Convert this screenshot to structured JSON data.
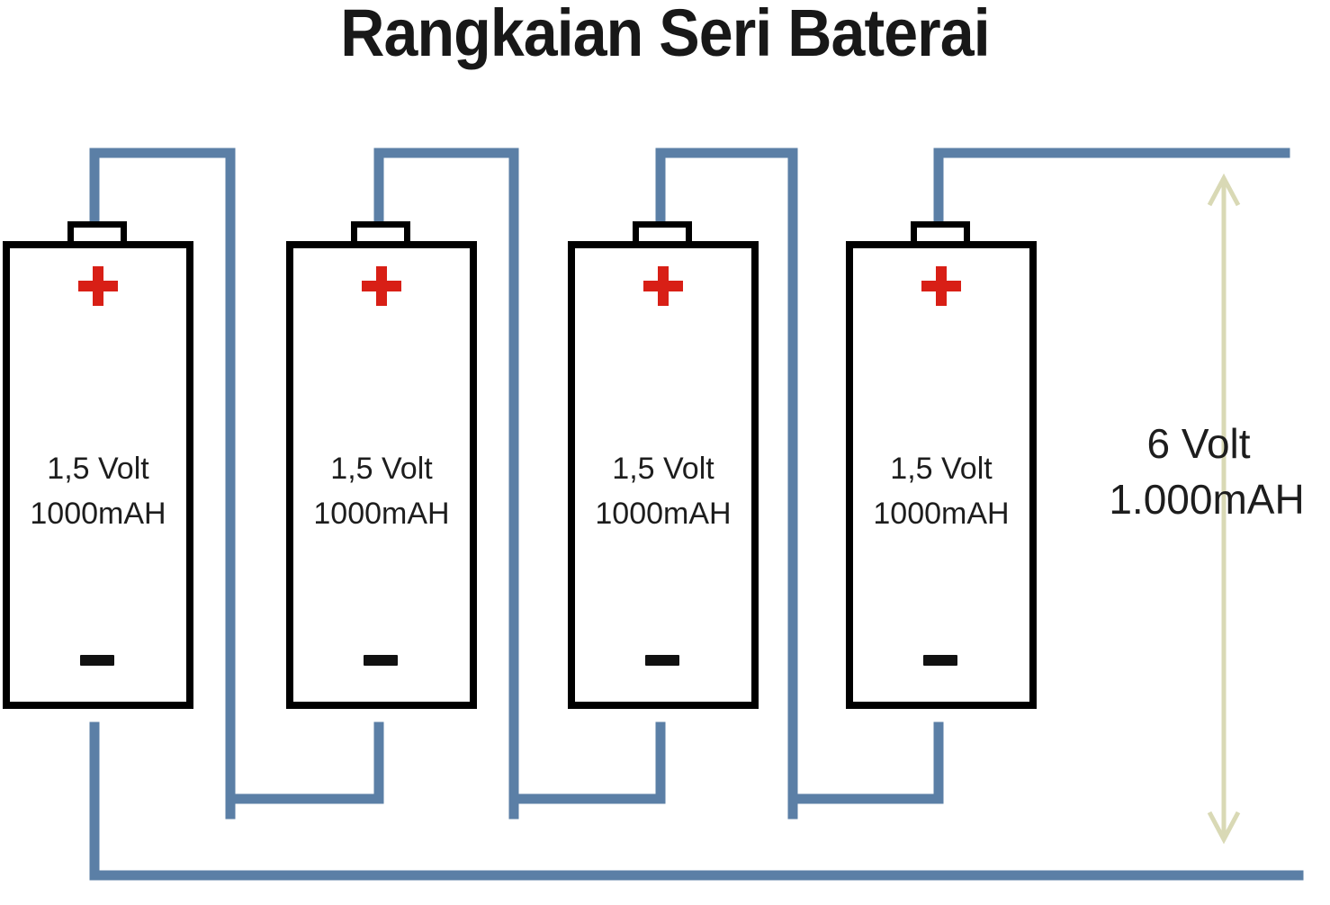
{
  "title": "Rangkaian Seri Baterai",
  "colors": {
    "wire": "#5b7fa6",
    "wire_highlight": "#8fb0ce",
    "battery_outline": "#000000",
    "plus_sign": "#d81f16",
    "minus_sign": "#111111",
    "arrow": "#d9d9b5",
    "text": "#1d1d1d",
    "background": "#ffffff"
  },
  "batteries": [
    {
      "voltage": "1,5 Volt",
      "capacity": "1000mAH",
      "plus_label": "+",
      "minus_label": "−"
    },
    {
      "voltage": "1,5 Volt",
      "capacity": "1000mAH",
      "plus_label": "+",
      "minus_label": "−"
    },
    {
      "voltage": "1,5 Volt",
      "capacity": "1000mAH",
      "plus_label": "+",
      "minus_label": "−"
    },
    {
      "voltage": "1,5 Volt",
      "capacity": "1000mAH",
      "plus_label": "+",
      "minus_label": "−"
    }
  ],
  "total": {
    "voltage": "6 Volt",
    "capacity": "1.000mAH"
  },
  "chart_data": {
    "type": "diagram",
    "title": "Rangkaian Seri Baterai",
    "subject": "Series battery circuit",
    "cell_count": 4,
    "cell_voltage_v": 1.5,
    "cell_capacity_mah": 1000,
    "total_voltage_v": 6,
    "total_capacity_mah": 1000,
    "connection": "series",
    "annotations": [
      "1,5 Volt",
      "1000mAH",
      "6 Volt",
      "1.000mAH"
    ]
  }
}
